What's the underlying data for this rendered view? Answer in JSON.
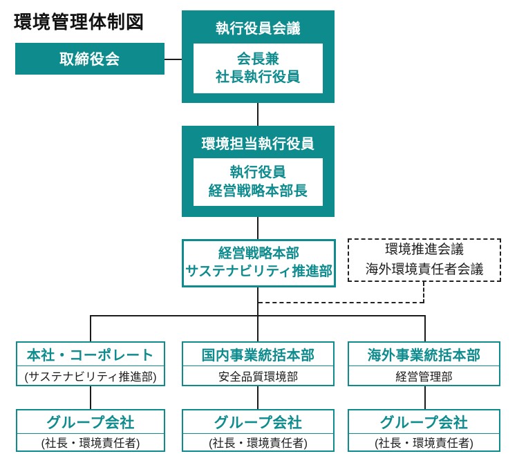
{
  "title": "環境管理体制図",
  "colors": {
    "teal": "#0d8b8d",
    "line": "#1a1a1a",
    "text": "#1c1c1c"
  },
  "nodes": {
    "board": {
      "label": "取締役会"
    },
    "executive_meeting": {
      "title": "執行役員会議",
      "role_lines": [
        "会長兼",
        "社長執行役員"
      ]
    },
    "env_executive": {
      "title": "環境担当執行役員",
      "role_lines": [
        "執行役員",
        "経営戦略本部長"
      ]
    },
    "strategy_division": {
      "lines": [
        "経営戦略本部",
        "サステナビリティ推進部"
      ]
    },
    "councils": {
      "lines": [
        "環境推進会議",
        "海外環境責任者会議"
      ]
    },
    "branches": [
      {
        "title": "本社・コーポレート",
        "subtitle": "(サステナビリティ推進部)"
      },
      {
        "title": "国内事業統括本部",
        "subtitle": "安全品質環境部"
      },
      {
        "title": "海外事業統括本部",
        "subtitle": "経営管理部"
      }
    ],
    "groups": [
      {
        "title": "グループ会社",
        "subtitle": "(社長・環境責任者)"
      },
      {
        "title": "グループ会社",
        "subtitle": "(社長・環境責任者)"
      },
      {
        "title": "グループ会社",
        "subtitle": "(社長・環境責任者)"
      }
    ]
  }
}
